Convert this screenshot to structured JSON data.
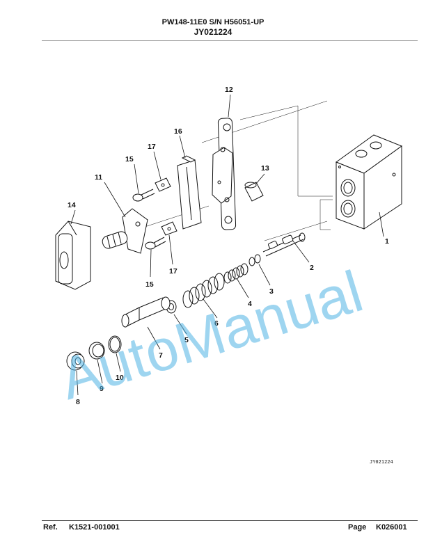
{
  "header": {
    "model_line": "PW148-11E0 S/N H56051-UP",
    "figure_code": "JY021224"
  },
  "diagram": {
    "watermark": "AutoManual",
    "drawing_code": "JY021224",
    "callouts": {
      "c1": "1",
      "c2": "2",
      "c3": "3",
      "c4": "4",
      "c5": "5",
      "c6": "6",
      "c7": "7",
      "c8": "8",
      "c9": "9",
      "c10": "10",
      "c11": "11",
      "c12": "12",
      "c13": "13",
      "c14": "14",
      "c15a": "15",
      "c15b": "15",
      "c16": "16",
      "c17a": "17",
      "c17b": "17"
    }
  },
  "footer": {
    "ref_label": "Ref.",
    "ref_value": "K1521-001001",
    "page_label": "Page",
    "page_value": "K026001"
  }
}
